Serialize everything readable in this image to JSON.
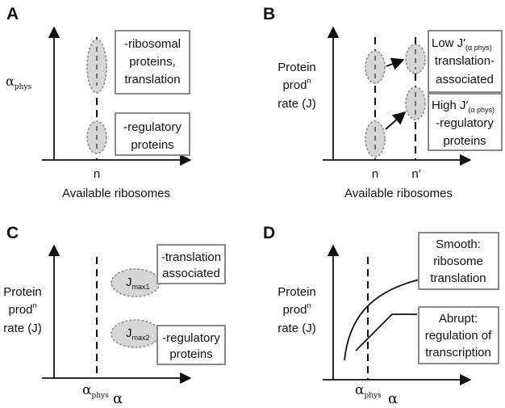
{
  "panels": {
    "a": {
      "letter": "A",
      "ylabel_main": "α",
      "ylabel_sub": "phys",
      "xtick": "n",
      "xlabel": "Available ribosomes",
      "box1_lines": [
        "-ribosomal",
        "proteins,",
        "translation"
      ],
      "box2_lines": [
        "-regulatory",
        "proteins"
      ]
    },
    "b": {
      "letter": "B",
      "ylabel_lines": [
        "Protein",
        "prod",
        "rate (J)"
      ],
      "ylabel_sup": "n",
      "xtick1": "n",
      "xtick2": "n′",
      "xlabel": "Available ribosomes",
      "box1_prefix": "Low J′",
      "box1_sub": "(α phys)",
      "box1_lines": [
        "translation-",
        "associated"
      ],
      "box2_prefix": "High J′",
      "box2_sub": "(α phys)",
      "box2_lines": [
        "-regulatory",
        "proteins"
      ]
    },
    "c": {
      "letter": "C",
      "ylabel_lines": [
        "Protein",
        "prod",
        "rate (J)"
      ],
      "ylabel_sup": "n",
      "xtick_main": "α",
      "xtick_sub": "phys",
      "xlabel": "α",
      "ellipse1_main": "J",
      "ellipse1_sub": "max1",
      "ellipse2_main": "J",
      "ellipse2_sub": "max2",
      "box1_lines": [
        "-translation",
        "associated"
      ],
      "box2_lines": [
        "-regulatory",
        "proteins"
      ]
    },
    "d": {
      "letter": "D",
      "ylabel_lines": [
        "Protein",
        "prod",
        "rate (J)"
      ],
      "ylabel_sup": "n",
      "xtick_main": "α",
      "xtick_sub": "phys",
      "xlabel": "α",
      "box1_lines": [
        "Smooth:",
        "ribosome",
        "translation"
      ],
      "box2_lines": [
        "Abrupt:",
        "regulation of",
        "transcription"
      ]
    }
  }
}
